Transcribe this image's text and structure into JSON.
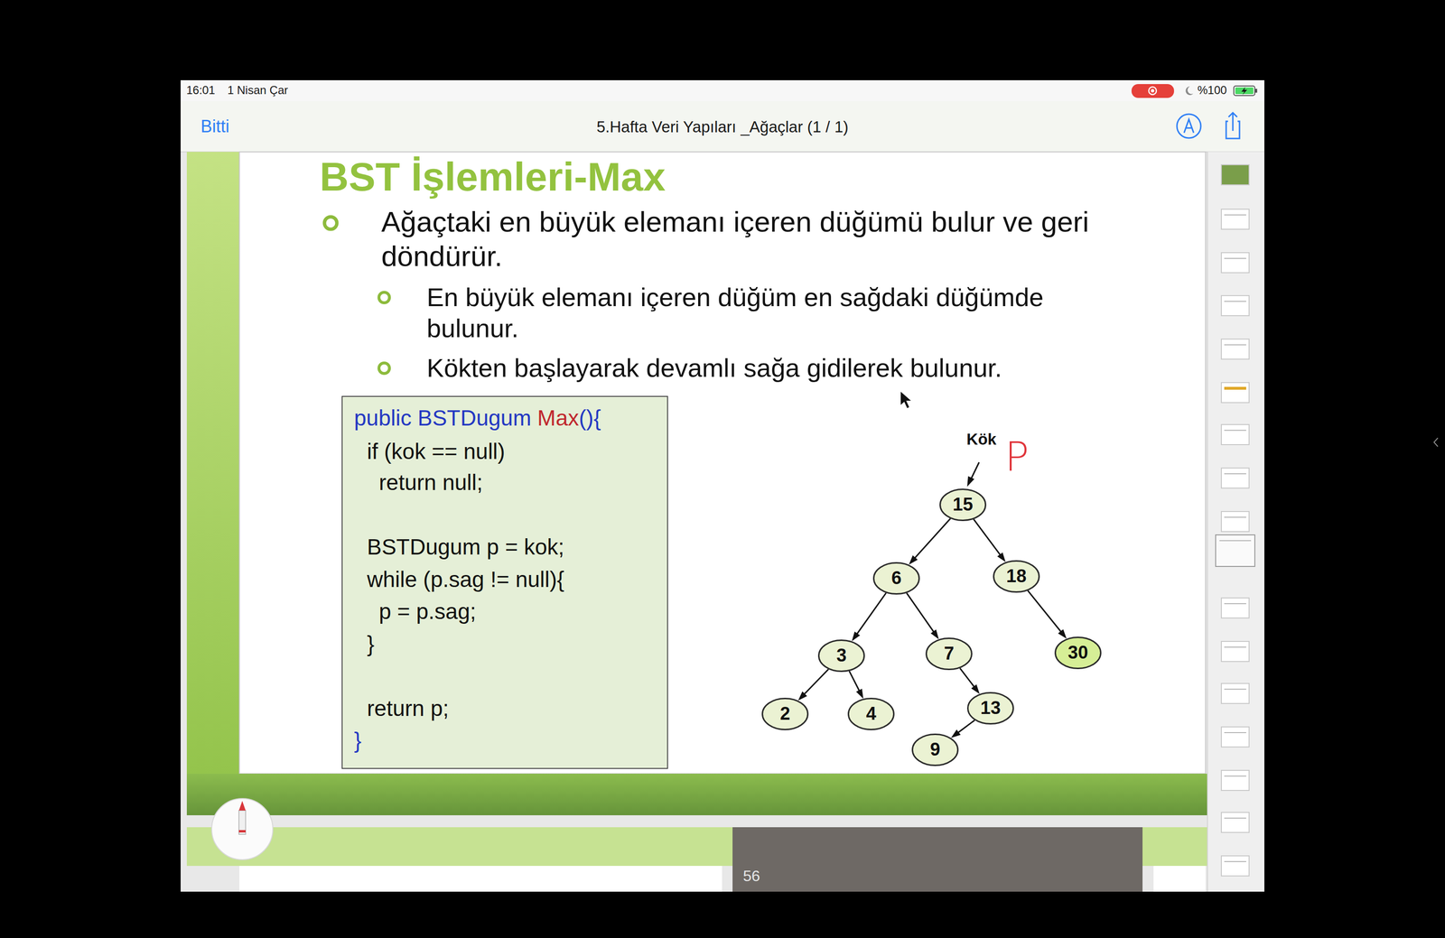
{
  "diagram": {
    "title": "BST İşlemleri-Max",
    "nodes": [
      {
        "text": [
          "public BSTDugum",
          "Max",
          "(){",
          "if (kok == null)",
          "return null;",
          "BSTDugum p = kok;",
          "while (p.sag != null){",
          "p = p.sag;",
          "}",
          "return p;",
          "}"
        ]
      },
      {
        "text": [
          "15"
        ]
      },
      {
        "text": [
          "6"
        ]
      },
      {
        "text": [
          "18"
        ]
      },
      {
        "text": [
          "3"
        ]
      },
      {
        "text": [
          "7"
        ]
      },
      {
        "text": [
          "30"
        ]
      },
      {
        "text": [
          "2"
        ]
      },
      {
        "text": [
          "4"
        ]
      },
      {
        "text": [
          "13"
        ]
      },
      {
        "text": [
          "9"
        ]
      }
    ],
    "edges": [
      {
        "from": 1,
        "to": 2,
        "arrow": "to"
      },
      {
        "from": 1,
        "to": 3,
        "arrow": "to"
      },
      {
        "from": 2,
        "to": 4,
        "arrow": "to"
      },
      {
        "from": 2,
        "to": 5,
        "arrow": "to"
      },
      {
        "from": 3,
        "to": 6,
        "arrow": "to"
      },
      {
        "from": 4,
        "to": 7,
        "arrow": "to"
      },
      {
        "from": 4,
        "to": 8,
        "arrow": "to"
      },
      {
        "from": 5,
        "to": 9,
        "arrow": "to"
      },
      {
        "from": 9,
        "to": 10,
        "arrow": "to"
      }
    ],
    "labels": [
      "16:01",
      "1 Nisan Çar",
      "%100",
      "Bitti",
      "5.Hafta Veri Yapıları _Ağaçlar (1 / 1)",
      "Ağaçtaki en büyük elemanı içeren düğümü bulur ve geri döndürür.",
      "En büyük elemanı içeren düğüm en sağdaki düğümde bulunur.",
      "Kökten başlayarak devamlı sağa gidilerek bulunur.",
      "Kök",
      "P",
      "56"
    ]
  }
}
